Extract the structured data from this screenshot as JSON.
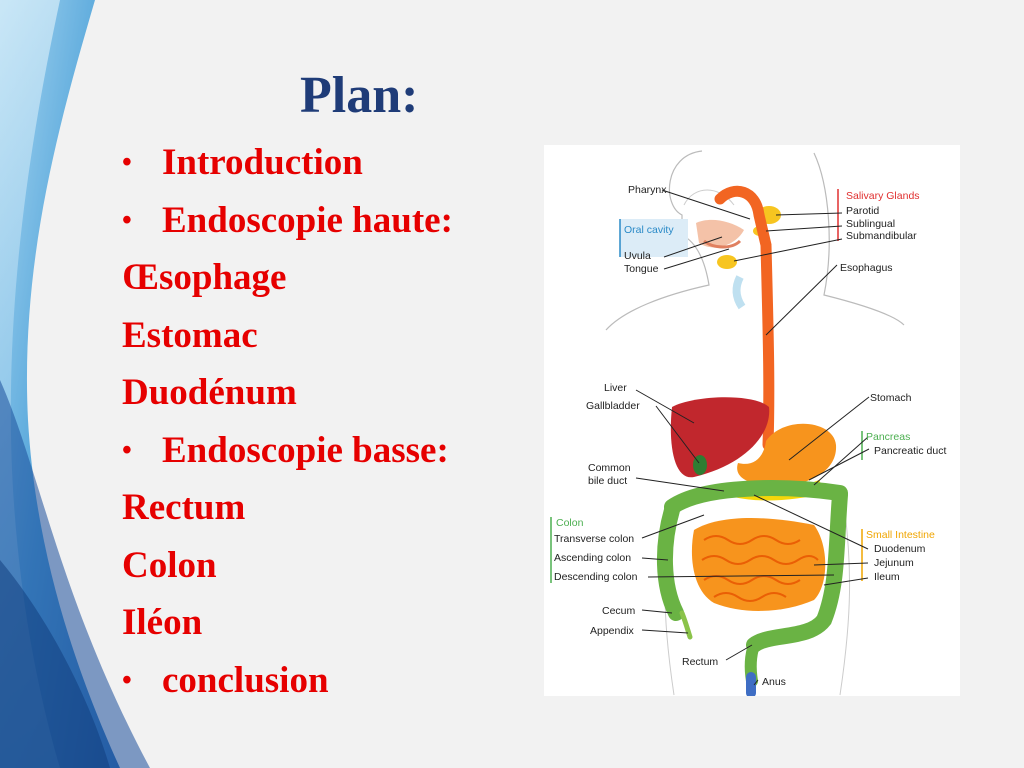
{
  "slide": {
    "title": "Plan:",
    "items": [
      {
        "bullet": "•",
        "text": "Introduction"
      },
      {
        "bullet": "•",
        "text": "Endoscopie haute:"
      },
      {
        "bullet": "",
        "text": "Œsophage"
      },
      {
        "bullet": "",
        "text": "Estomac"
      },
      {
        "bullet": "",
        "text": "Duodénum"
      },
      {
        "bullet": "•",
        "text": "Endoscopie basse:"
      },
      {
        "bullet": "",
        "text": "Rectum"
      },
      {
        "bullet": "",
        "text": "Colon"
      },
      {
        "bullet": "",
        "text": "Iléon"
      },
      {
        "bullet": "•",
        "text": "conclusion"
      }
    ]
  },
  "diagram": {
    "labels": {
      "pharynx": "Pharynx",
      "salivary_glands": "Salivary Glands",
      "parotid": "Parotid",
      "sublingual": "Sublingual",
      "submandibular": "Submandibular",
      "oral_cavity": "Oral cavity",
      "uvula": "Uvula",
      "tongue": "Tongue",
      "esophagus": "Esophagus",
      "liver": "Liver",
      "gallbladder": "Gallbladder",
      "stomach": "Stomach",
      "pancreas": "Pancreas",
      "pancreatic_duct": "Pancreatic duct",
      "common_bile_duct_1": "Common",
      "common_bile_duct_2": "bile duct",
      "colon": "Colon",
      "transverse_colon": "Transverse colon",
      "ascending_colon": "Ascending colon",
      "descending_colon": "Descending colon",
      "small_intestine": "Small Intestine",
      "duodenum": "Duodenum",
      "jejunum": "Jejunum",
      "ileum": "Ileum",
      "cecum": "Cecum",
      "appendix": "Appendix",
      "rectum": "Rectum",
      "anus": "Anus"
    },
    "colors": {
      "esophagus": "#f26522",
      "liver": "#c1272d",
      "colon": "#6ab344",
      "small_intestine": "#f7941d",
      "pancreas": "#f5d60a",
      "group_salivary": "#e03030",
      "group_pancreas": "#4caf50",
      "group_small_intestine": "#f0a500",
      "group_oral": "#2a8ac7"
    }
  }
}
